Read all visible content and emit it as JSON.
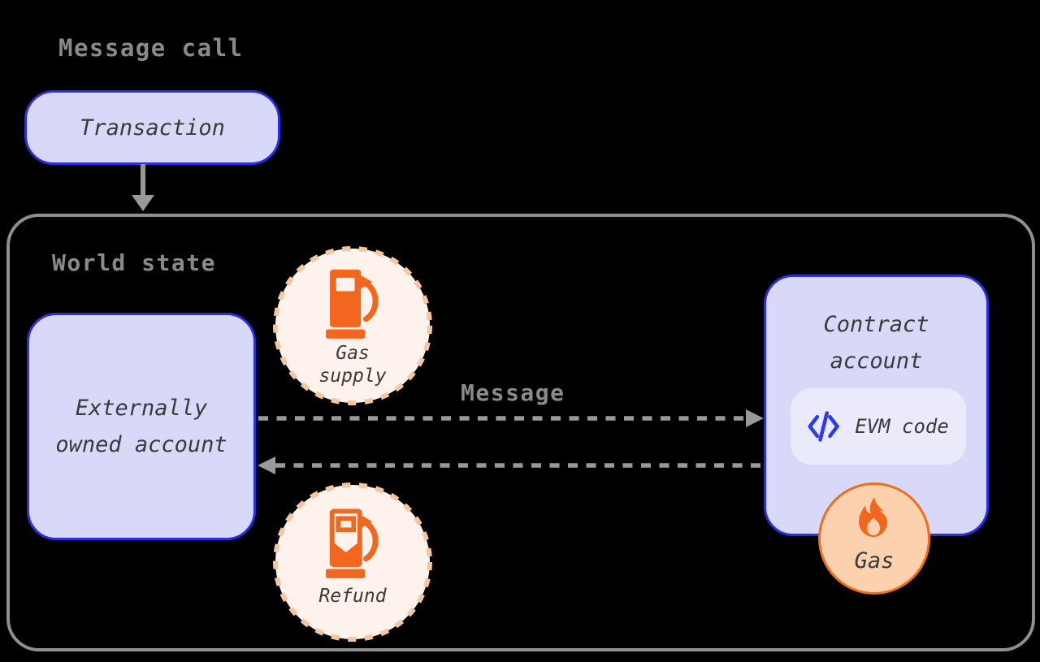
{
  "title": "Message call",
  "transaction": {
    "label": "Transaction"
  },
  "world": {
    "label": "World state",
    "eoa": {
      "line1": "Externally",
      "line2": "owned account"
    },
    "gas_supply": {
      "line1": "Gas",
      "line2": "supply"
    },
    "refund": {
      "label": "Refund"
    },
    "message_label": "Message",
    "contract": {
      "line1": "Contract",
      "line2": "account",
      "evm_label": "EVM code"
    },
    "gas_badge": {
      "label": "Gas"
    }
  },
  "icons": {
    "gas_supply": "fuel-pump-icon",
    "refund": "fuel-pump-refund-icon",
    "evm": "code-icon",
    "gas_badge": "flame-icon",
    "transaction_flow": "arrow-down-icon",
    "message_flow": "arrow-right-dashed-icon",
    "return_flow": "arrow-left-dashed-icon"
  },
  "palette": {
    "background": "#000000",
    "node_fill": "#d8d8f8",
    "node_border": "#2c2ce0",
    "pill_fill": "#eaeafb",
    "code_blue": "#2a3bf0",
    "label_gray": "#8a8a8a",
    "line_gray": "#999999",
    "text_dark": "#3a3a3a",
    "circle_cream": "#fdf3ec",
    "circle_dash": "#f6c6a2",
    "orange": "#f2661e",
    "gas_fill": "#fcd2ae",
    "gas_border": "#ef6e1e",
    "world_border": "#8f8f8f"
  }
}
